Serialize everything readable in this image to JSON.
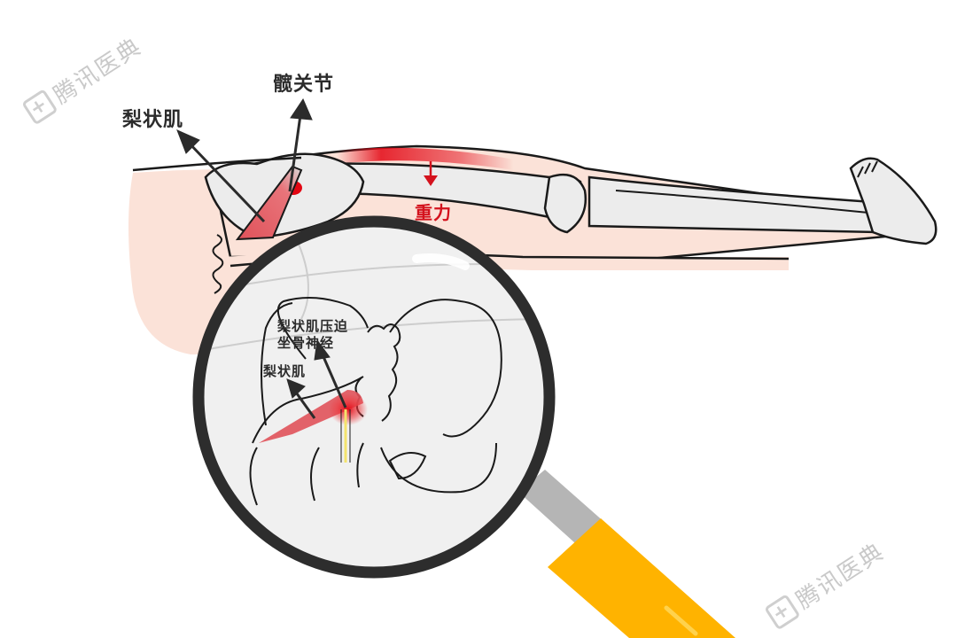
{
  "watermarks": [
    {
      "text": "腾讯医典",
      "logo": "plus-book-icon"
    },
    {
      "text": "腾讯医典",
      "logo": "plus-book-icon"
    }
  ],
  "labels": {
    "piriformis_top": "梨状肌",
    "hip_joint": "髋关节",
    "gravity": "重力",
    "compression_line1": "梨状肌压迫",
    "compression_line2": "坐骨神经",
    "piriformis_zoom": "梨状肌"
  },
  "colors": {
    "skin": "#fbe2d8",
    "bone": "#ececec",
    "outline": "#1a1a1a",
    "muscle": "#e0525a",
    "highlight_red": "#d4121d",
    "lens_rim": "#2d2d2d",
    "lens_glass": "#f0f0f0",
    "handle_metal": "#b5b5b5",
    "handle_grip": "#ffb300",
    "nerve": "#f3e36b",
    "watermark": "#c9c9c9"
  }
}
